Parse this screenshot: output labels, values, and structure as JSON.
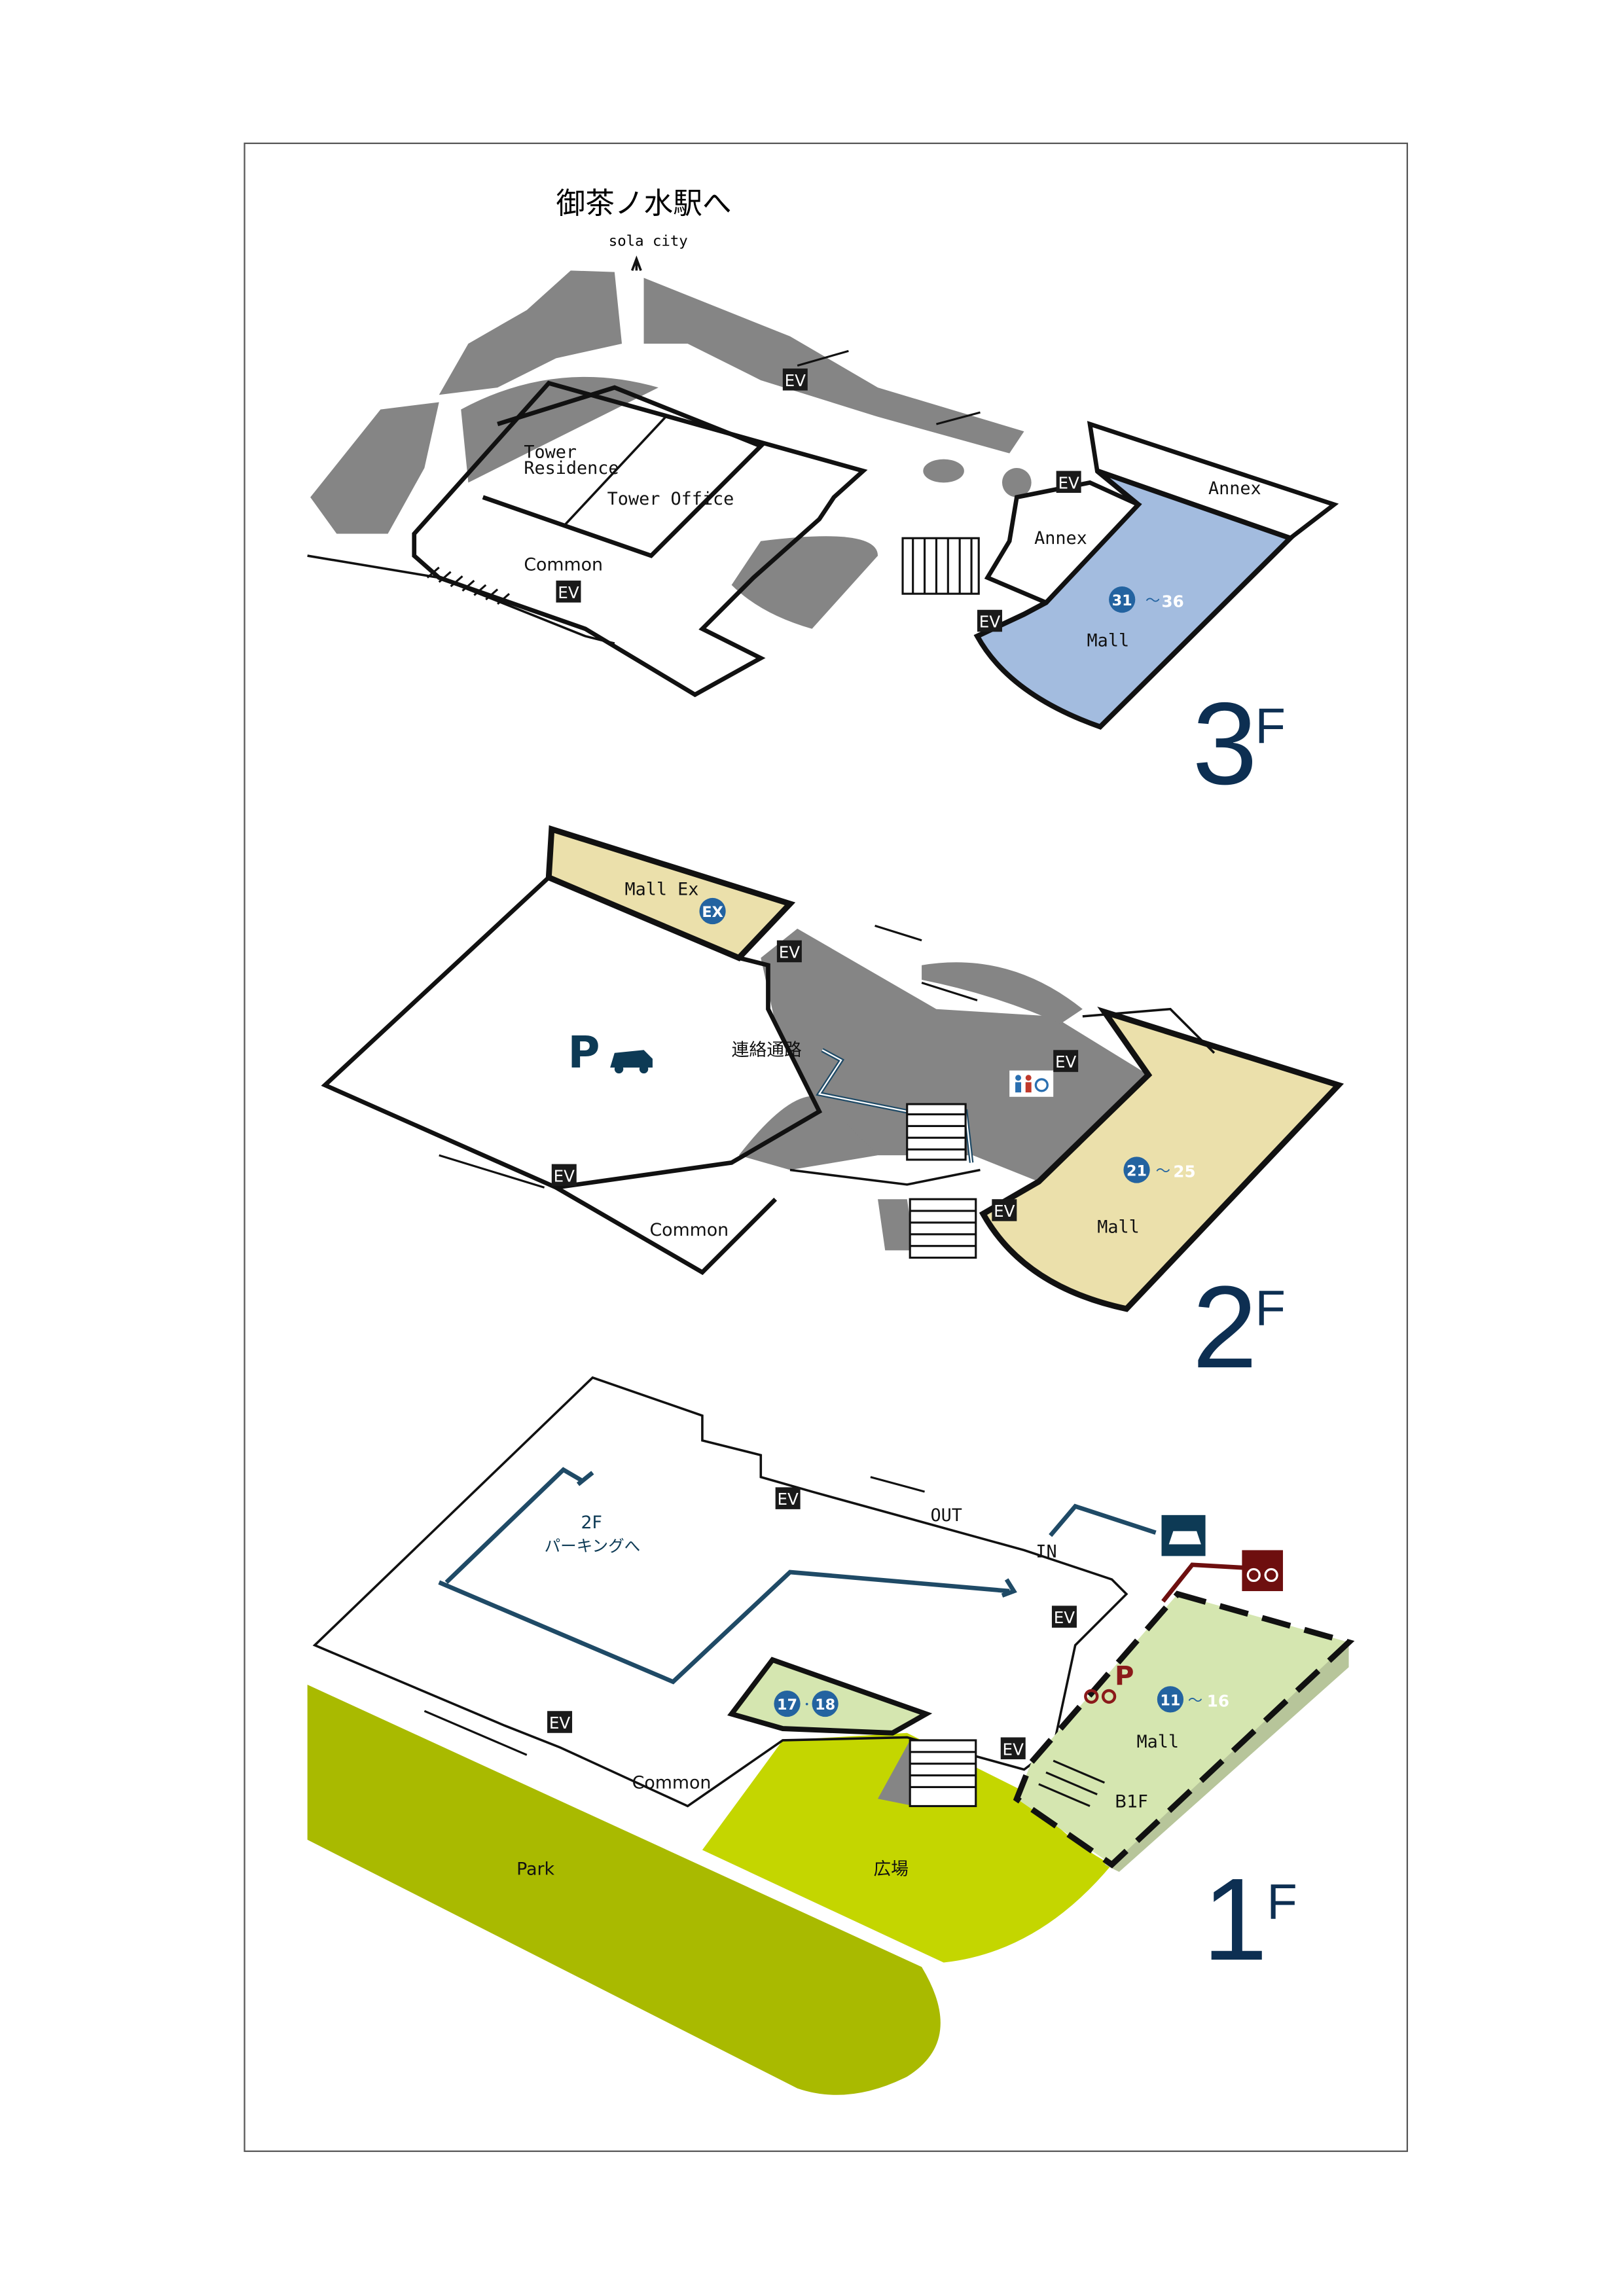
{
  "header": {
    "destination": "御茶ノ水駅へ",
    "exit_label": "sola city"
  },
  "floors": {
    "f3": {
      "floor_number": "3",
      "floor_suffix": "F",
      "labels": {
        "tower_residence_1": "Tower",
        "tower_residence_2": "Residence",
        "tower_office": "Tower Office",
        "common": "Common",
        "annex_inner": "Annex",
        "annex_outer": "Annex",
        "mall": "Mall"
      },
      "shop_range": {
        "from": "31",
        "sep": "～",
        "to": "36"
      },
      "ev": "EV"
    },
    "f2": {
      "floor_number": "2",
      "floor_suffix": "F",
      "labels": {
        "mall_ex": "Mall Ex",
        "ex_badge": "EX",
        "parking": "P",
        "connection": "連絡通路",
        "common": "Common",
        "mall": "Mall"
      },
      "shop_range": {
        "from": "21",
        "sep": "～",
        "to": "25"
      },
      "ev": "EV"
    },
    "f1": {
      "floor_number": "1",
      "floor_suffix": "F",
      "labels": {
        "parking_2f_1": "2F",
        "parking_2f_2": "パーキングへ",
        "out": "OUT",
        "in": "IN",
        "common": "Common",
        "mall": "Mall",
        "b1f": "B1F",
        "park": "Park",
        "plaza": "広場",
        "bike_parking": "P"
      },
      "shop_range": {
        "from": "11",
        "sep": "～",
        "to": "16"
      },
      "shop_range_small": {
        "from": "17",
        "sep": "･",
        "to": "18"
      },
      "ev": "EV"
    }
  },
  "colors": {
    "mall_3f": "#a3bcdf",
    "mall_2f": "#ebe0ab",
    "mall_1f": "#d5e6b0",
    "park": "#a9ba00",
    "plaza": "#c4d600",
    "badge": "#2363a0",
    "floor_text": "#0d2f52",
    "bike": "#6e0f0f",
    "car": "#0d3a55"
  }
}
